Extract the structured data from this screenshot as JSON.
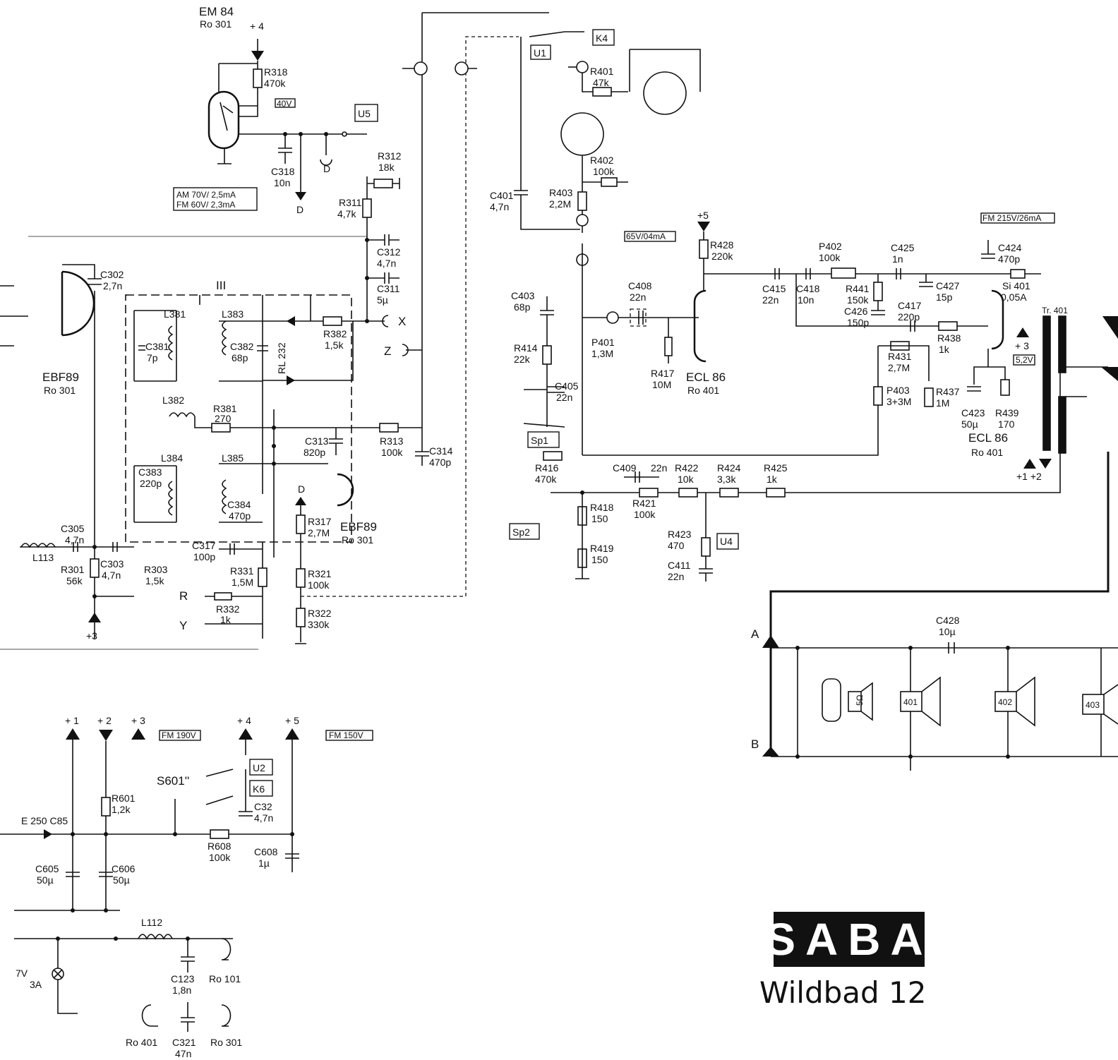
{
  "title": {
    "brand": "SABA",
    "model": "Wildbad 12"
  },
  "labels": [
    {
      "id": "em84",
      "text": "EM 84"
    },
    {
      "id": "em84-ro",
      "text": "Ro 301"
    },
    {
      "id": "p4-top",
      "text": "+ 4"
    },
    {
      "id": "r318",
      "text": "R318"
    },
    {
      "id": "r318v",
      "text": "470k"
    },
    {
      "id": "v40",
      "text": "40V"
    },
    {
      "id": "u5",
      "text": "U5"
    },
    {
      "id": "c318",
      "text": "C318"
    },
    {
      "id": "c318v",
      "text": "10n"
    },
    {
      "id": "d1",
      "text": "D"
    },
    {
      "id": "d2",
      "text": "D"
    },
    {
      "id": "amfm1",
      "text": "AM 70V/ 2,5mA"
    },
    {
      "id": "amfm2",
      "text": "FM 60V/ 2,3mA"
    },
    {
      "id": "r312",
      "text": "R312"
    },
    {
      "id": "r312v",
      "text": "18k"
    },
    {
      "id": "r311",
      "text": "R311"
    },
    {
      "id": "r311v",
      "text": "4,7k"
    },
    {
      "id": "c312",
      "text": "C312"
    },
    {
      "id": "c312v",
      "text": "4,7n"
    },
    {
      "id": "c311",
      "text": "C311"
    },
    {
      "id": "c311v",
      "text": "5µ"
    },
    {
      "id": "c302",
      "text": "C302"
    },
    {
      "id": "c302v",
      "text": "2,7n"
    },
    {
      "id": "ebf89a",
      "text": "EBF89"
    },
    {
      "id": "ebf89a-ro",
      "text": "Ro 301"
    },
    {
      "id": "iii",
      "text": "III"
    },
    {
      "id": "l381",
      "text": "L381"
    },
    {
      "id": "c381",
      "text": "C381"
    },
    {
      "id": "c381v",
      "text": "7p"
    },
    {
      "id": "l383",
      "text": "L383"
    },
    {
      "id": "c382",
      "text": "C382"
    },
    {
      "id": "c382v",
      "text": "68p"
    },
    {
      "id": "rl232",
      "text": "RL 232"
    },
    {
      "id": "r382",
      "text": "R382"
    },
    {
      "id": "r382v",
      "text": "1,5k"
    },
    {
      "id": "x",
      "text": "X"
    },
    {
      "id": "z",
      "text": "Z"
    },
    {
      "id": "l382",
      "text": "L382"
    },
    {
      "id": "r381",
      "text": "R381"
    },
    {
      "id": "r381v",
      "text": "270"
    },
    {
      "id": "c313",
      "text": "C313"
    },
    {
      "id": "c313v",
      "text": "820p"
    },
    {
      "id": "r313",
      "text": "R313"
    },
    {
      "id": "r313v",
      "text": "100k"
    },
    {
      "id": "c314",
      "text": "C314"
    },
    {
      "id": "c314v",
      "text": "470p"
    },
    {
      "id": "l384",
      "text": "L384"
    },
    {
      "id": "c383",
      "text": "C383"
    },
    {
      "id": "c383v",
      "text": "220p"
    },
    {
      "id": "l385",
      "text": "L385"
    },
    {
      "id": "c384",
      "text": "C384"
    },
    {
      "id": "c384v",
      "text": "470p"
    },
    {
      "id": "ebf89b",
      "text": "EBF89"
    },
    {
      "id": "ebf89b-ro",
      "text": "Ro 301"
    },
    {
      "id": "d3",
      "text": "D"
    },
    {
      "id": "r317",
      "text": "R317"
    },
    {
      "id": "r317v",
      "text": "2,7M"
    },
    {
      "id": "c305",
      "text": "C305"
    },
    {
      "id": "c305v",
      "text": "4,7n"
    },
    {
      "id": "l113",
      "text": "L113"
    },
    {
      "id": "r301",
      "text": "R301"
    },
    {
      "id": "r301v",
      "text": "56k"
    },
    {
      "id": "c303",
      "text": "C303"
    },
    {
      "id": "c303v",
      "text": "4,7n"
    },
    {
      "id": "r303",
      "text": "R303"
    },
    {
      "id": "r303v",
      "text": "1,5k"
    },
    {
      "id": "c317",
      "text": "C317"
    },
    {
      "id": "c317v",
      "text": "100p"
    },
    {
      "id": "r331",
      "text": "R331"
    },
    {
      "id": "r331v",
      "text": "1,5M"
    },
    {
      "id": "r321",
      "text": "R321"
    },
    {
      "id": "r321v",
      "text": "100k"
    },
    {
      "id": "r",
      "text": "R"
    },
    {
      "id": "r332",
      "text": "R332"
    },
    {
      "id": "r332v",
      "text": "1k"
    },
    {
      "id": "y",
      "text": "Y"
    },
    {
      "id": "r322",
      "text": "R322"
    },
    {
      "id": "r322v",
      "text": "330k"
    },
    {
      "id": "p3a",
      "text": "+3"
    },
    {
      "id": "u1",
      "text": "U1"
    },
    {
      "id": "k4",
      "text": "K4"
    },
    {
      "id": "r401",
      "text": "R401"
    },
    {
      "id": "r401v",
      "text": "47k"
    },
    {
      "id": "r402",
      "text": "R402"
    },
    {
      "id": "r402v",
      "text": "100k"
    },
    {
      "id": "c401",
      "text": "C401"
    },
    {
      "id": "c401v",
      "text": "4,7n"
    },
    {
      "id": "r403",
      "text": "R403"
    },
    {
      "id": "r403v",
      "text": "2,2M"
    },
    {
      "id": "v65",
      "text": "65V/04mA"
    },
    {
      "id": "p5",
      "text": "+5"
    },
    {
      "id": "r428",
      "text": "R428"
    },
    {
      "id": "r428v",
      "text": "220k"
    },
    {
      "id": "p402",
      "text": "P402"
    },
    {
      "id": "p402v",
      "text": "100k"
    },
    {
      "id": "c425",
      "text": "C425"
    },
    {
      "id": "c425v",
      "text": "1n"
    },
    {
      "id": "fm215",
      "text": "FM 215V/26mA"
    },
    {
      "id": "c424",
      "text": "C424"
    },
    {
      "id": "c424v",
      "text": "470p"
    },
    {
      "id": "c403",
      "text": "C403"
    },
    {
      "id": "c403v",
      "text": "68p"
    },
    {
      "id": "c408",
      "text": "C408"
    },
    {
      "id": "c408v",
      "text": "22n"
    },
    {
      "id": "c415",
      "text": "C415"
    },
    {
      "id": "c415v",
      "text": "22n"
    },
    {
      "id": "c418",
      "text": "C418"
    },
    {
      "id": "c418v",
      "text": "10n"
    },
    {
      "id": "r441",
      "text": "R441"
    },
    {
      "id": "r441v",
      "text": "150k"
    },
    {
      "id": "c426",
      "text": "C426"
    },
    {
      "id": "c426v",
      "text": "150p"
    },
    {
      "id": "c427",
      "text": "C427"
    },
    {
      "id": "c427v",
      "text": "15p"
    },
    {
      "id": "si401",
      "text": "Si 401"
    },
    {
      "id": "si401v",
      "text": "0,05A"
    },
    {
      "id": "c417",
      "text": "C417"
    },
    {
      "id": "c417v",
      "text": "220p"
    },
    {
      "id": "tr401",
      "text": "Tr. 401"
    },
    {
      "id": "r414",
      "text": "R414"
    },
    {
      "id": "r414v",
      "text": "22k"
    },
    {
      "id": "p401",
      "text": "P401"
    },
    {
      "id": "p401v",
      "text": "1,3M"
    },
    {
      "id": "ecl86a",
      "text": "ECL 86"
    },
    {
      "id": "ecl86a-ro",
      "text": "Ro 401"
    },
    {
      "id": "r417",
      "text": "R417"
    },
    {
      "id": "r417v",
      "text": "10M"
    },
    {
      "id": "r438",
      "text": "R438"
    },
    {
      "id": "r438v",
      "text": "1k"
    },
    {
      "id": "p3b",
      "text": "+ 3"
    },
    {
      "id": "v52",
      "text": "5,2V"
    },
    {
      "id": "r431",
      "text": "R431"
    },
    {
      "id": "r431v",
      "text": "2,7M"
    },
    {
      "id": "p403",
      "text": "P403"
    },
    {
      "id": "p403v",
      "text": "3+3M"
    },
    {
      "id": "r437",
      "text": "R437"
    },
    {
      "id": "r437v",
      "text": "1M"
    },
    {
      "id": "c423",
      "text": "C423"
    },
    {
      "id": "c423v",
      "text": "50µ"
    },
    {
      "id": "r439",
      "text": "R439"
    },
    {
      "id": "r439v",
      "text": "170"
    },
    {
      "id": "ecl86b",
      "text": "ECL 86"
    },
    {
      "id": "ecl86b-ro",
      "text": "Ro 401"
    },
    {
      "id": "c405",
      "text": "C405"
    },
    {
      "id": "c405v",
      "text": "22n"
    },
    {
      "id": "sp1",
      "text": "Sp1"
    },
    {
      "id": "r416",
      "text": "R416"
    },
    {
      "id": "r416v",
      "text": "470k"
    },
    {
      "id": "c409",
      "text": "C409"
    },
    {
      "id": "c409v",
      "text": "22n"
    },
    {
      "id": "r422",
      "text": "R422"
    },
    {
      "id": "r422v",
      "text": "10k"
    },
    {
      "id": "r424",
      "text": "R424"
    },
    {
      "id": "r424v",
      "text": "3,3k"
    },
    {
      "id": "r425",
      "text": "R425"
    },
    {
      "id": "r425v",
      "text": "1k"
    },
    {
      "id": "sp2",
      "text": "Sp2"
    },
    {
      "id": "r418",
      "text": "R418"
    },
    {
      "id": "r418v",
      "text": "150"
    },
    {
      "id": "r421",
      "text": "R421"
    },
    {
      "id": "r421v",
      "text": "100k"
    },
    {
      "id": "r423",
      "text": "R423"
    },
    {
      "id": "r423v",
      "text": "470"
    },
    {
      "id": "u4",
      "text": "U4"
    },
    {
      "id": "c411",
      "text": "C411"
    },
    {
      "id": "c411v",
      "text": "22n"
    },
    {
      "id": "r419",
      "text": "R419"
    },
    {
      "id": "r419v",
      "text": "150"
    },
    {
      "id": "p1p2",
      "text": "+1  +2"
    },
    {
      "id": "c428",
      "text": "C428"
    },
    {
      "id": "c428v",
      "text": "10µ"
    },
    {
      "id": "a",
      "text": "A"
    },
    {
      "id": "b",
      "text": "B"
    },
    {
      "id": "sp401",
      "text": "401"
    },
    {
      "id": "sp402",
      "text": "402"
    },
    {
      "id": "sp403",
      "text": "403"
    },
    {
      "id": "fivohm",
      "text": "5Ω"
    },
    {
      "id": "rail1",
      "text": "+ 1"
    },
    {
      "id": "rail2",
      "text": "+ 2"
    },
    {
      "id": "rail3",
      "text": "+ 3"
    },
    {
      "id": "rail4",
      "text": "+ 4"
    },
    {
      "id": "rail5",
      "text": "+ 5"
    },
    {
      "id": "fm190",
      "text": "FM 190V"
    },
    {
      "id": "fm150",
      "text": "FM 150V"
    },
    {
      "id": "u2",
      "text": "U2"
    },
    {
      "id": "k6",
      "text": "K6"
    },
    {
      "id": "s601",
      "text": "S601''"
    },
    {
      "id": "c32",
      "text": "C32"
    },
    {
      "id": "c32v",
      "text": "4,7n"
    },
    {
      "id": "e250",
      "text": "E 250 C85"
    },
    {
      "id": "r601",
      "text": "R601"
    },
    {
      "id": "r601v",
      "text": "1,2k"
    },
    {
      "id": "r608",
      "text": "R608"
    },
    {
      "id": "r608v",
      "text": "100k"
    },
    {
      "id": "c608",
      "text": "C608"
    },
    {
      "id": "c608v",
      "text": "1µ"
    },
    {
      "id": "c605",
      "text": "C605"
    },
    {
      "id": "c605v",
      "text": "50µ"
    },
    {
      "id": "c606",
      "text": "C606"
    },
    {
      "id": "c606v",
      "text": "50µ"
    },
    {
      "id": "l112",
      "text": "L112"
    },
    {
      "id": "c123",
      "text": "C123"
    },
    {
      "id": "c123v",
      "text": "1,8n"
    },
    {
      "id": "ro101",
      "text": "Ro 101"
    },
    {
      "id": "lamp",
      "text": "7V"
    },
    {
      "id": "lampa",
      "text": "3A"
    },
    {
      "id": "ro401b",
      "text": "Ro 401"
    },
    {
      "id": "c321",
      "text": "C321"
    },
    {
      "id": "c321v",
      "text": "47n"
    },
    {
      "id": "ro301b",
      "text": "Ro 301"
    }
  ]
}
